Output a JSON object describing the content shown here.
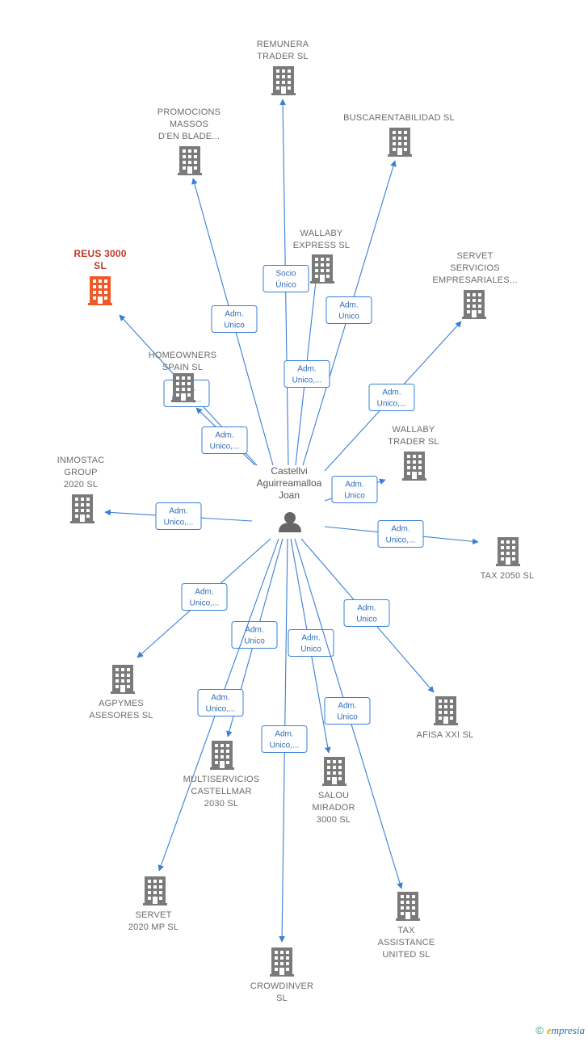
{
  "center": {
    "name_lines": [
      "Castellvi",
      "Aguirreamalloa",
      "Joan"
    ],
    "icon": "person-icon",
    "color": "#666666"
  },
  "colors": {
    "edge": "#3a7fd5",
    "company": "#7a7a7a",
    "highlight": "#f05a28",
    "highlight_label": "#c0392b"
  },
  "nodes": [
    {
      "id": "remunera",
      "label_lines": [
        "REMUNERA",
        "TRADER SL"
      ],
      "icon": "building-icon"
    },
    {
      "id": "promocions",
      "label_lines": [
        "PROMOCIONS",
        "MASSOS",
        "D'EN BLADE..."
      ],
      "icon": "building-icon"
    },
    {
      "id": "buscarentabilidad",
      "label_lines": [
        "BUSCARENTABILIDAD SL"
      ],
      "icon": "building-icon"
    },
    {
      "id": "wallaby-express",
      "label_lines": [
        "WALLABY",
        "EXPRESS  SL"
      ],
      "icon": "building-icon"
    },
    {
      "id": "reus",
      "label_lines": [
        "REUS 3000",
        "SL"
      ],
      "icon": "building-icon",
      "highlight": true
    },
    {
      "id": "servet-servicios",
      "label_lines": [
        "SERVET",
        "SERVICIOS",
        "EMPRESARIALES..."
      ],
      "icon": "building-icon"
    },
    {
      "id": "homeowners",
      "label_lines": [
        "HOMEOWNERS",
        "SPAIN  SL"
      ],
      "icon": "building-icon"
    },
    {
      "id": "wallaby-trader",
      "label_lines": [
        "WALLABY",
        "TRADER  SL"
      ],
      "icon": "building-icon"
    },
    {
      "id": "inmostac",
      "label_lines": [
        "INMOSTAC",
        "GROUP",
        "2020  SL"
      ],
      "icon": "building-icon"
    },
    {
      "id": "tax2050",
      "label_lines": [
        "TAX 2050  SL"
      ],
      "icon": "building-icon"
    },
    {
      "id": "agpymes",
      "label_lines": [
        "AGPYMES",
        "ASESORES  SL"
      ],
      "icon": "building-icon"
    },
    {
      "id": "afisa",
      "label_lines": [
        "AFISA XXI  SL"
      ],
      "icon": "building-icon"
    },
    {
      "id": "multiservicios",
      "label_lines": [
        "MULTISERVICIOS",
        "CASTELLMAR",
        "2030  SL"
      ],
      "icon": "building-icon"
    },
    {
      "id": "salou",
      "label_lines": [
        "SALOU",
        "MIRADOR",
        "3000  SL"
      ],
      "icon": "building-icon"
    },
    {
      "id": "servet2020",
      "label_lines": [
        "SERVET",
        "2020 MP  SL"
      ],
      "icon": "building-icon"
    },
    {
      "id": "taxassistance",
      "label_lines": [
        "TAX",
        "ASSISTANCE",
        "UNITED  SL"
      ],
      "icon": "building-icon"
    },
    {
      "id": "crowdinver",
      "label_lines": [
        "CROWDINVER",
        "SL"
      ],
      "icon": "building-icon"
    }
  ],
  "edges": [
    {
      "to": "remunera",
      "label_lines": [
        "Socio",
        "Único"
      ]
    },
    {
      "to": "promocions",
      "label_lines": [
        "Adm.",
        "Unico"
      ]
    },
    {
      "to": "buscarentabilidad",
      "label_lines": [
        "Adm.",
        "Unico"
      ]
    },
    {
      "to": "wallaby-express",
      "label_lines": [
        "Adm.",
        "Unico,..."
      ]
    },
    {
      "to": "reus",
      "label_lines": [
        "Adm.",
        "Unico,..."
      ]
    },
    {
      "to": "servet-servicios",
      "label_lines": [
        "Adm.",
        "Unico,..."
      ]
    },
    {
      "to": "homeowners",
      "label_lines": [
        "Adm.",
        "Unico,..."
      ]
    },
    {
      "to": "wallaby-trader",
      "label_lines": [
        "Adm.",
        "Unico"
      ]
    },
    {
      "to": "inmostac",
      "label_lines": [
        "Adm.",
        "Unico,..."
      ]
    },
    {
      "to": "tax2050",
      "label_lines": [
        "Adm.",
        "Unico,..."
      ]
    },
    {
      "to": "agpymes",
      "label_lines": [
        "Adm.",
        "Unico,..."
      ]
    },
    {
      "to": "afisa",
      "label_lines": [
        "Adm.",
        "Unico"
      ]
    },
    {
      "to": "multiservicios",
      "label_lines": [
        "Adm.",
        "Unico"
      ]
    },
    {
      "to": "salou",
      "label_lines": [
        "Adm.",
        "Unico"
      ]
    },
    {
      "to": "servet2020",
      "label_lines": [
        "Adm.",
        "Unico,..."
      ]
    },
    {
      "to": "taxassistance",
      "label_lines": [
        "Adm.",
        "Unico"
      ]
    },
    {
      "to": "crowdinver",
      "label_lines": [
        "Adm.",
        "Unico,..."
      ]
    }
  ],
  "footer": {
    "copyright": "©",
    "brand_initial": "e",
    "brand_rest": "mpresia"
  }
}
